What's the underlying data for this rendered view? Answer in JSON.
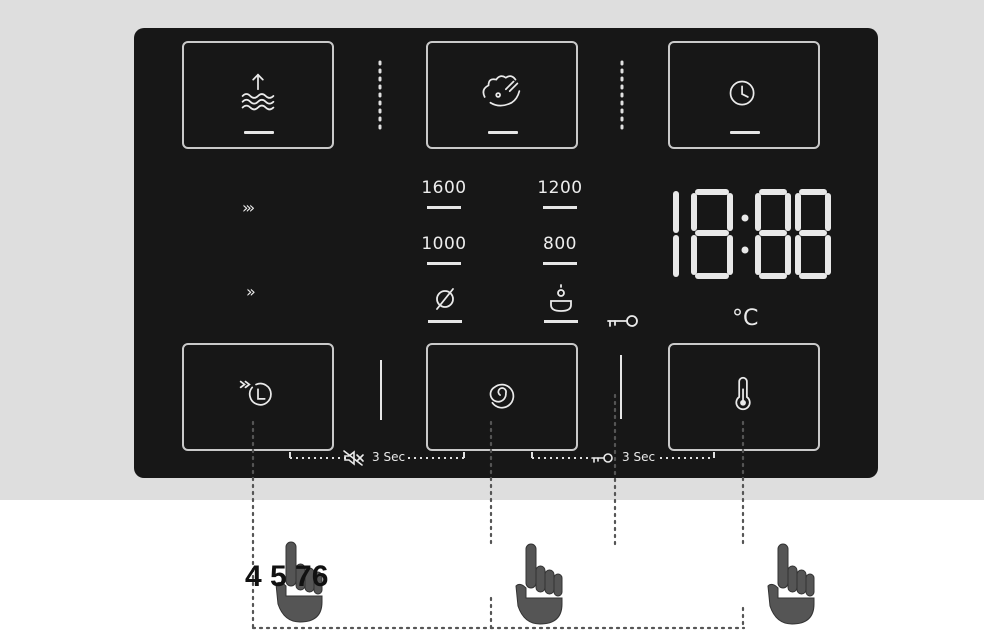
{
  "panel": {
    "top_buttons": [
      {
        "icon": "prewash-icon"
      },
      {
        "icon": "stain-icon"
      },
      {
        "icon": "clock-icon"
      }
    ],
    "bottom_buttons": [
      {
        "icon": "delay-timer-icon"
      },
      {
        "icon": "spin-icon"
      },
      {
        "icon": "thermometer-icon"
      }
    ],
    "spin_speeds": [
      "1600",
      "1200",
      "1000",
      "800"
    ],
    "display": {
      "time": "18:88",
      "temperature_unit": "°C"
    },
    "combos": {
      "mute": "3 Sec",
      "child_lock": "3 Sec"
    }
  },
  "callout_numbers": "4 5 76"
}
